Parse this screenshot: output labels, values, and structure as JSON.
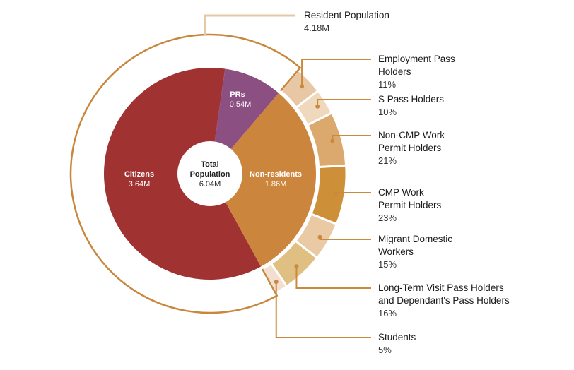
{
  "chart_data": {
    "type": "pie",
    "center": {
      "label_line1": "Total",
      "label_line2": "Population",
      "value": "6.04M"
    },
    "inner": [
      {
        "name": "Citizens",
        "value": 3.64,
        "value_label": "3.64M",
        "color": "#a03232"
      },
      {
        "name": "PRs",
        "value": 0.54,
        "value_label": "0.54M",
        "color": "#8c4f82"
      },
      {
        "name": "Non-residents",
        "value": 1.86,
        "value_label": "1.86M",
        "color": "#cc853c"
      }
    ],
    "resident": {
      "name": "Resident Population",
      "value_label": "4.18M",
      "color": "#c8873c"
    },
    "outer": [
      {
        "lines": [
          "Employment Pass",
          "Holders"
        ],
        "value": 11,
        "pct": "11%",
        "color": "#e8c8a4"
      },
      {
        "lines": [
          "S Pass Holders"
        ],
        "value": 10,
        "pct": "10%",
        "color": "#f0d8bc"
      },
      {
        "lines": [
          "Non-CMP Work",
          "Permit Holders"
        ],
        "value": 21,
        "pct": "21%",
        "color": "#dba86e"
      },
      {
        "lines": [
          "CMP Work",
          "Permit Holders"
        ],
        "value": 23,
        "pct": "23%",
        "color": "#cd9038"
      },
      {
        "lines": [
          "Migrant Domestic",
          "Workers"
        ],
        "value": 15,
        "pct": "15%",
        "color": "#eacaa4"
      },
      {
        "lines": [
          "Long-Term Visit Pass Holders",
          "and Dependant's Pass Holders"
        ],
        "value": 16,
        "pct": "16%",
        "color": "#e0bf82"
      },
      {
        "lines": [
          "Students"
        ],
        "value": 5,
        "pct": "5%",
        "color": "#f3dfcf"
      }
    ],
    "leader_color": "#c98a3e",
    "resident_leader_color": "#e4c9a8"
  }
}
